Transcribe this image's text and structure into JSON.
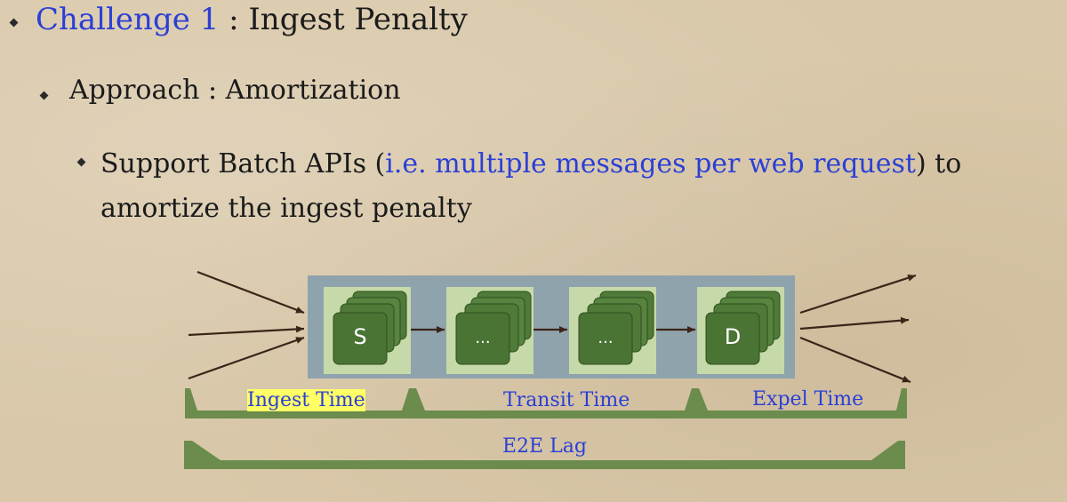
{
  "slide": {
    "challenge_prefix": "Challenge 1",
    "challenge_sep": " : ",
    "challenge_title": "Ingest Penalty",
    "approach_text": "Approach : Amortization",
    "support_text_a": "Support Batch APIs (",
    "support_text_blue": "i.e. multiple messages per web request",
    "support_text_b": ") to amortize the ingest penalty"
  },
  "diagram": {
    "stages": [
      "S",
      "...",
      "...",
      "D"
    ],
    "labels": {
      "ingest": "Ingest Time",
      "transit": "Transit Time",
      "expel": "Expel Time",
      "e2e": "E2E Lag"
    }
  },
  "colors": {
    "label_blue": "#2b3fd6",
    "panel": "#8fa3ad",
    "tile": "#c6d9a8",
    "stack": "#4f7a38",
    "brace": "#6b8c4c"
  }
}
